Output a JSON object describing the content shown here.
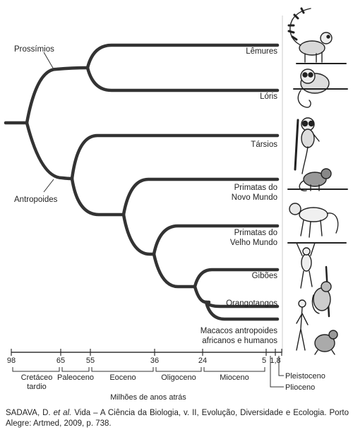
{
  "taxa": [
    {
      "id": "lemures",
      "label": "Lêmures",
      "animal_icon": "lemur-icon"
    },
    {
      "id": "loris",
      "label": "Lóris",
      "animal_icon": "loris-icon"
    },
    {
      "id": "tarsios",
      "label": "Társios",
      "animal_icon": "tarsier-icon"
    },
    {
      "id": "novo",
      "label": [
        "Primatas do",
        "Novo Mundo"
      ],
      "animal_icon": "new-world-monkey-icon"
    },
    {
      "id": "velho",
      "label": [
        "Primatas do",
        "Velho Mundo"
      ],
      "animal_icon": "old-world-monkey-icon"
    },
    {
      "id": "giboes",
      "label": "Gibões",
      "animal_icon": "gibbon-icon"
    },
    {
      "id": "orangotangos",
      "label": "Orangotangos",
      "animal_icon": "orangutan-icon"
    },
    {
      "id": "africanos",
      "label": [
        "Macacos antropoides",
        "africanos e humanos"
      ],
      "animal_icon": "human-chimp-icon"
    }
  ],
  "groups": {
    "prossimios": "Prossímios",
    "antropoides": "Antropoides"
  },
  "axis": {
    "ticks": [
      "98",
      "65",
      "55",
      "36",
      "24",
      "5",
      "1,8"
    ],
    "epochs": [
      [
        "Cretáceo",
        "tardio"
      ],
      [
        "Paleoceno"
      ],
      [
        "Eoceno"
      ],
      [
        "Oligoceno"
      ],
      [
        "Mioceno"
      ]
    ],
    "pleistoceno": "Pleistoceno",
    "plioceno": "Plioceno",
    "title": "Milhões de anos atrás"
  },
  "caption": {
    "author": "SADAVA, D.",
    "etal": "et al.",
    "rest": "Vida – A Ciência da Biologia, v. II, Evolução, Diversidade e Ecologia. Porto Alegre: Artmed, 2009, p. 738."
  },
  "colors": {
    "branch": "#333333",
    "text": "#222222"
  }
}
